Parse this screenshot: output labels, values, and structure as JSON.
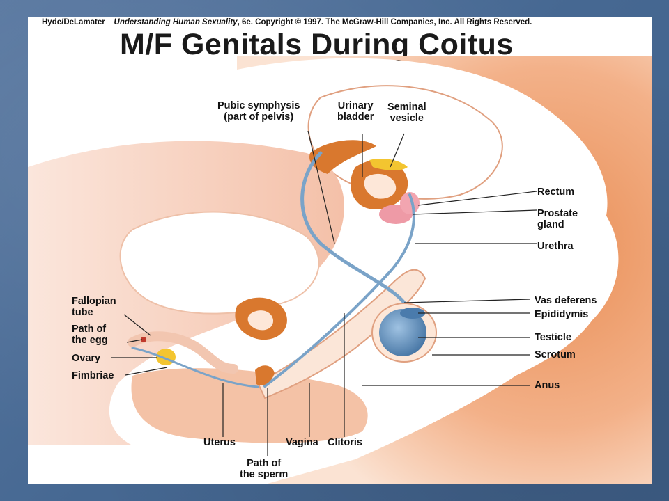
{
  "copyright": {
    "authors": "Hyde/DeLamater",
    "book": "Understanding Human Sexuality",
    "rest": ", 6e.  Copyright © 1997. The McGraw-Hill Companies, Inc. All Rights Reserved."
  },
  "title": "M/F Genitals During Coitus",
  "labels": {
    "pubic_symphysis": "Pubic symphysis",
    "pubic_symphysis_sub": "(part of pelvis)",
    "urinary": "Urinary",
    "bladder": "bladder",
    "seminal": "Seminal",
    "vesicle": "vesicle",
    "rectum": "Rectum",
    "prostate": "Prostate",
    "gland": "gland",
    "urethra": "Urethra",
    "vas_deferens": "Vas deferens",
    "epididymis": "Epididymis",
    "testicle": "Testicle",
    "scrotum": "Scrotum",
    "anus": "Anus",
    "fallopian": "Fallopian",
    "tube": "tube",
    "path_of": "Path of",
    "the_egg": "the egg",
    "ovary": "Ovary",
    "fimbriae": "Fimbriae",
    "uterus": "Uterus",
    "path_of_2": "Path of",
    "the_sperm": "the sperm",
    "vagina": "Vagina",
    "clitoris": "Clitoris"
  },
  "colors": {
    "slide_background": "#4a6b94",
    "skin_male": "#f0a878",
    "skin_female": "#f7cdb8",
    "organ_orange": "#d9782e",
    "duct_blue": "#7aa3c8",
    "testicle_blue": "#5a88b8",
    "prostate_pink": "#ee9aa6",
    "seminal_yellow": "#f3c530"
  }
}
